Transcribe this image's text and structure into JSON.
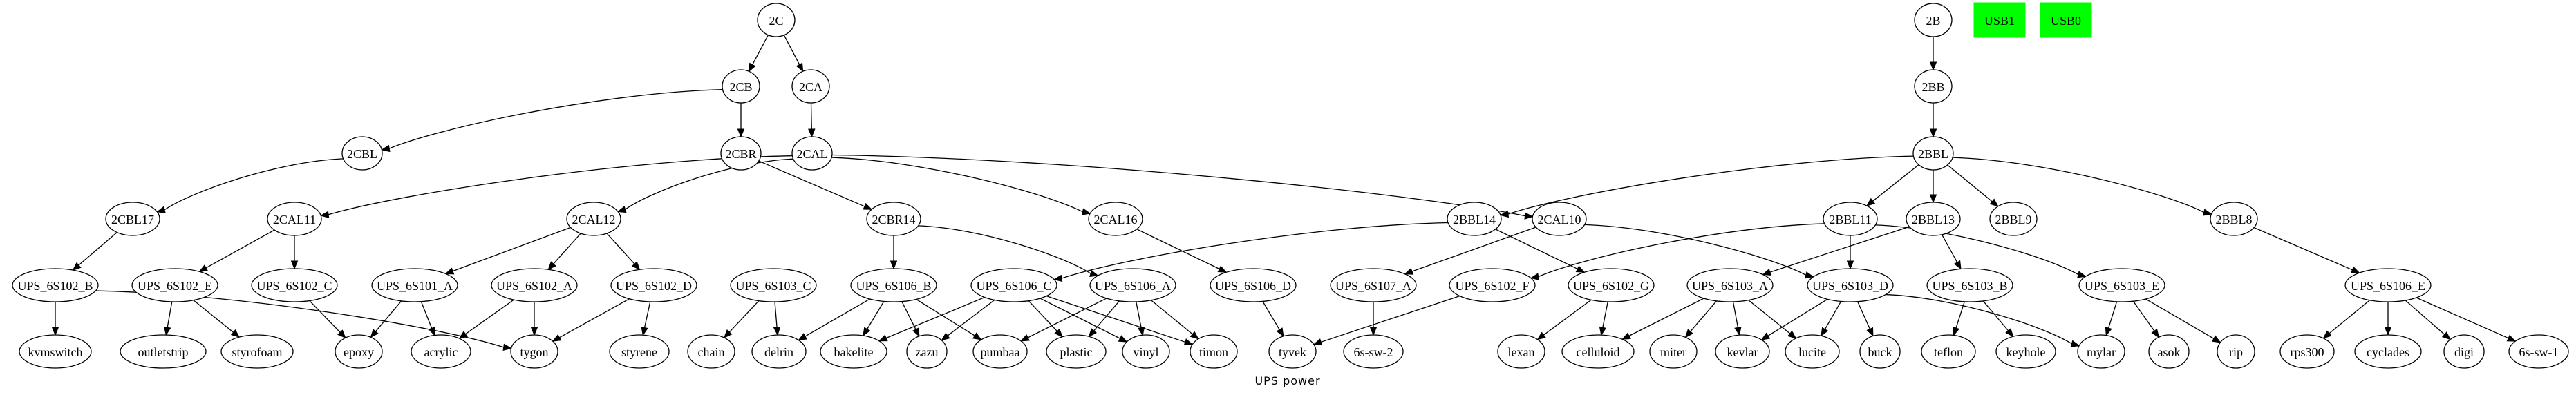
{
  "graph": {
    "title": "UPS power",
    "box_fill_color": "#00ff00",
    "nodes": [
      {
        "id": "2C",
        "label": "2C",
        "shape": "ellipse"
      },
      {
        "id": "2CB",
        "label": "2CB",
        "shape": "ellipse"
      },
      {
        "id": "2CA",
        "label": "2CA",
        "shape": "ellipse"
      },
      {
        "id": "2CBL",
        "label": "2CBL",
        "shape": "ellipse"
      },
      {
        "id": "2CBR",
        "label": "2CBR",
        "shape": "ellipse"
      },
      {
        "id": "2CAL",
        "label": "2CAL",
        "shape": "ellipse"
      },
      {
        "id": "2CBL17",
        "label": "2CBL17",
        "shape": "ellipse"
      },
      {
        "id": "2CAL11",
        "label": "2CAL11",
        "shape": "ellipse"
      },
      {
        "id": "2CAL12",
        "label": "2CAL12",
        "shape": "ellipse"
      },
      {
        "id": "2CBR14",
        "label": "2CBR14",
        "shape": "ellipse"
      },
      {
        "id": "2CAL16",
        "label": "2CAL16",
        "shape": "ellipse"
      },
      {
        "id": "2BBL14",
        "label": "2BBL14",
        "shape": "ellipse"
      },
      {
        "id": "2CAL10",
        "label": "2CAL10",
        "shape": "ellipse"
      },
      {
        "id": "2B",
        "label": "2B",
        "shape": "ellipse"
      },
      {
        "id": "USB1",
        "label": "USB1",
        "shape": "box"
      },
      {
        "id": "USB0",
        "label": "USB0",
        "shape": "box"
      },
      {
        "id": "2BB",
        "label": "2BB",
        "shape": "ellipse"
      },
      {
        "id": "2BBL",
        "label": "2BBL",
        "shape": "ellipse"
      },
      {
        "id": "2BBL11",
        "label": "2BBL11",
        "shape": "ellipse"
      },
      {
        "id": "2BBL13",
        "label": "2BBL13",
        "shape": "ellipse"
      },
      {
        "id": "2BBL9",
        "label": "2BBL9",
        "shape": "ellipse"
      },
      {
        "id": "2BBL8",
        "label": "2BBL8",
        "shape": "ellipse"
      },
      {
        "id": "UPS_6S102_B",
        "label": "UPS_6S102_B",
        "shape": "ellipse"
      },
      {
        "id": "UPS_6S102_E",
        "label": "UPS_6S102_E",
        "shape": "ellipse"
      },
      {
        "id": "UPS_6S102_C",
        "label": "UPS_6S102_C",
        "shape": "ellipse"
      },
      {
        "id": "UPS_6S101_A",
        "label": "UPS_6S101_A",
        "shape": "ellipse"
      },
      {
        "id": "UPS_6S102_A",
        "label": "UPS_6S102_A",
        "shape": "ellipse"
      },
      {
        "id": "UPS_6S102_D",
        "label": "UPS_6S102_D",
        "shape": "ellipse"
      },
      {
        "id": "UPS_6S103_C",
        "label": "UPS_6S103_C",
        "shape": "ellipse"
      },
      {
        "id": "UPS_6S106_B",
        "label": "UPS_6S106_B",
        "shape": "ellipse"
      },
      {
        "id": "UPS_6S106_C",
        "label": "UPS_6S106_C",
        "shape": "ellipse"
      },
      {
        "id": "UPS_6S106_A",
        "label": "UPS_6S106_A",
        "shape": "ellipse"
      },
      {
        "id": "UPS_6S106_D",
        "label": "UPS_6S106_D",
        "shape": "ellipse"
      },
      {
        "id": "UPS_6S107_A",
        "label": "UPS_6S107_A",
        "shape": "ellipse"
      },
      {
        "id": "UPS_6S102_F",
        "label": "UPS_6S102_F",
        "shape": "ellipse"
      },
      {
        "id": "UPS_6S102_G",
        "label": "UPS_6S102_G",
        "shape": "ellipse"
      },
      {
        "id": "UPS_6S103_A",
        "label": "UPS_6S103_A",
        "shape": "ellipse"
      },
      {
        "id": "UPS_6S103_D",
        "label": "UPS_6S103_D",
        "shape": "ellipse"
      },
      {
        "id": "UPS_6S103_B",
        "label": "UPS_6S103_B",
        "shape": "ellipse"
      },
      {
        "id": "UPS_6S103_E",
        "label": "UPS_6S103_E",
        "shape": "ellipse"
      },
      {
        "id": "UPS_6S106_E",
        "label": "UPS_6S106_E",
        "shape": "ellipse"
      },
      {
        "id": "kvmswitch",
        "label": "kvmswitch",
        "shape": "ellipse"
      },
      {
        "id": "outletstrip",
        "label": "outletstrip",
        "shape": "ellipse"
      },
      {
        "id": "styrofoam",
        "label": "styrofoam",
        "shape": "ellipse"
      },
      {
        "id": "epoxy",
        "label": "epoxy",
        "shape": "ellipse"
      },
      {
        "id": "acrylic",
        "label": "acrylic",
        "shape": "ellipse"
      },
      {
        "id": "tygon",
        "label": "tygon",
        "shape": "ellipse"
      },
      {
        "id": "styrene",
        "label": "styrene",
        "shape": "ellipse"
      },
      {
        "id": "chain",
        "label": "chain",
        "shape": "ellipse"
      },
      {
        "id": "delrin",
        "label": "delrin",
        "shape": "ellipse"
      },
      {
        "id": "bakelite",
        "label": "bakelite",
        "shape": "ellipse"
      },
      {
        "id": "zazu",
        "label": "zazu",
        "shape": "ellipse"
      },
      {
        "id": "pumbaa",
        "label": "pumbaa",
        "shape": "ellipse"
      },
      {
        "id": "plastic",
        "label": "plastic",
        "shape": "ellipse"
      },
      {
        "id": "vinyl",
        "label": "vinyl",
        "shape": "ellipse"
      },
      {
        "id": "timon",
        "label": "timon",
        "shape": "ellipse"
      },
      {
        "id": "tyvek",
        "label": "tyvek",
        "shape": "ellipse"
      },
      {
        "id": "6s-sw-2",
        "label": "6s-sw-2",
        "shape": "ellipse"
      },
      {
        "id": "lexan",
        "label": "lexan",
        "shape": "ellipse"
      },
      {
        "id": "celluloid",
        "label": "celluloid",
        "shape": "ellipse"
      },
      {
        "id": "miter",
        "label": "miter",
        "shape": "ellipse"
      },
      {
        "id": "kevlar",
        "label": "kevlar",
        "shape": "ellipse"
      },
      {
        "id": "lucite",
        "label": "lucite",
        "shape": "ellipse"
      },
      {
        "id": "buck",
        "label": "buck",
        "shape": "ellipse"
      },
      {
        "id": "teflon",
        "label": "teflon",
        "shape": "ellipse"
      },
      {
        "id": "keyhole",
        "label": "keyhole",
        "shape": "ellipse"
      },
      {
        "id": "mylar",
        "label": "mylar",
        "shape": "ellipse"
      },
      {
        "id": "asok",
        "label": "asok",
        "shape": "ellipse"
      },
      {
        "id": "rip",
        "label": "rip",
        "shape": "ellipse"
      },
      {
        "id": "rps300",
        "label": "rps300",
        "shape": "ellipse"
      },
      {
        "id": "cyclades",
        "label": "cyclades",
        "shape": "ellipse"
      },
      {
        "id": "digi",
        "label": "digi",
        "shape": "ellipse"
      },
      {
        "id": "6s-sw-1",
        "label": "6s-sw-1",
        "shape": "ellipse"
      }
    ],
    "edges": [
      [
        "2C",
        "2CB"
      ],
      [
        "2C",
        "2CA"
      ],
      [
        "2CB",
        "2CBL"
      ],
      [
        "2CB",
        "2CBR"
      ],
      [
        "2CA",
        "2CAL"
      ],
      [
        "2CBL",
        "2CBL17"
      ],
      [
        "2CBR",
        "2CBR14"
      ],
      [
        "2CAL",
        "2CAL11"
      ],
      [
        "2CAL",
        "2CAL12"
      ],
      [
        "2CAL",
        "2CAL16"
      ],
      [
        "2CAL",
        "2CAL10"
      ],
      [
        "2CBL17",
        "UPS_6S102_B"
      ],
      [
        "2CAL11",
        "UPS_6S102_E"
      ],
      [
        "2CAL11",
        "UPS_6S102_C"
      ],
      [
        "2CAL12",
        "UPS_6S101_A"
      ],
      [
        "2CAL12",
        "UPS_6S102_A"
      ],
      [
        "2CAL12",
        "UPS_6S102_D"
      ],
      [
        "2CBR14",
        "UPS_6S106_B"
      ],
      [
        "2CBR14",
        "UPS_6S106_A"
      ],
      [
        "2CAL16",
        "UPS_6S106_D"
      ],
      [
        "2BBL14",
        "UPS_6S106_C"
      ],
      [
        "2BBL14",
        "UPS_6S102_G"
      ],
      [
        "2CAL10",
        "UPS_6S107_A"
      ],
      [
        "2CAL10",
        "UPS_6S103_D"
      ],
      [
        "2B",
        "2BB"
      ],
      [
        "2BB",
        "2BBL"
      ],
      [
        "2BBL",
        "2BBL14"
      ],
      [
        "2BBL",
        "2BBL11"
      ],
      [
        "2BBL",
        "2BBL13"
      ],
      [
        "2BBL",
        "2BBL9"
      ],
      [
        "2BBL",
        "2BBL8"
      ],
      [
        "2BBL11",
        "UPS_6S102_F"
      ],
      [
        "2BBL11",
        "UPS_6S103_D"
      ],
      [
        "2BBL11",
        "UPS_6S103_E"
      ],
      [
        "2BBL13",
        "UPS_6S103_A"
      ],
      [
        "2BBL13",
        "UPS_6S103_B"
      ],
      [
        "2BBL8",
        "UPS_6S106_E"
      ],
      [
        "UPS_6S102_B",
        "kvmswitch"
      ],
      [
        "UPS_6S102_B",
        "tygon"
      ],
      [
        "UPS_6S102_E",
        "outletstrip"
      ],
      [
        "UPS_6S102_E",
        "styrofoam"
      ],
      [
        "UPS_6S102_C",
        "epoxy"
      ],
      [
        "UPS_6S101_A",
        "epoxy"
      ],
      [
        "UPS_6S101_A",
        "acrylic"
      ],
      [
        "UPS_6S102_A",
        "acrylic"
      ],
      [
        "UPS_6S102_A",
        "tygon"
      ],
      [
        "UPS_6S102_D",
        "tygon"
      ],
      [
        "UPS_6S102_D",
        "styrene"
      ],
      [
        "UPS_6S103_C",
        "chain"
      ],
      [
        "UPS_6S103_C",
        "delrin"
      ],
      [
        "UPS_6S106_B",
        "delrin"
      ],
      [
        "UPS_6S106_B",
        "bakelite"
      ],
      [
        "UPS_6S106_B",
        "zazu"
      ],
      [
        "UPS_6S106_B",
        "pumbaa"
      ],
      [
        "UPS_6S106_C",
        "bakelite"
      ],
      [
        "UPS_6S106_C",
        "zazu"
      ],
      [
        "UPS_6S106_C",
        "plastic"
      ],
      [
        "UPS_6S106_C",
        "vinyl"
      ],
      [
        "UPS_6S106_C",
        "timon"
      ],
      [
        "UPS_6S106_A",
        "pumbaa"
      ],
      [
        "UPS_6S106_A",
        "plastic"
      ],
      [
        "UPS_6S106_A",
        "vinyl"
      ],
      [
        "UPS_6S106_A",
        "timon"
      ],
      [
        "UPS_6S106_D",
        "tyvek"
      ],
      [
        "UPS_6S107_A",
        "6s-sw-2"
      ],
      [
        "UPS_6S102_F",
        "tyvek"
      ],
      [
        "UPS_6S102_G",
        "lexan"
      ],
      [
        "UPS_6S102_G",
        "celluloid"
      ],
      [
        "UPS_6S103_A",
        "celluloid"
      ],
      [
        "UPS_6S103_A",
        "miter"
      ],
      [
        "UPS_6S103_A",
        "kevlar"
      ],
      [
        "UPS_6S103_A",
        "lucite"
      ],
      [
        "UPS_6S103_D",
        "kevlar"
      ],
      [
        "UPS_6S103_D",
        "lucite"
      ],
      [
        "UPS_6S103_D",
        "buck"
      ],
      [
        "UPS_6S103_D",
        "mylar"
      ],
      [
        "UPS_6S103_B",
        "teflon"
      ],
      [
        "UPS_6S103_B",
        "keyhole"
      ],
      [
        "UPS_6S103_E",
        "mylar"
      ],
      [
        "UPS_6S103_E",
        "asok"
      ],
      [
        "UPS_6S103_E",
        "rip"
      ],
      [
        "UPS_6S106_E",
        "rps300"
      ],
      [
        "UPS_6S106_E",
        "cyclades"
      ],
      [
        "UPS_6S106_E",
        "digi"
      ],
      [
        "UPS_6S106_E",
        "6s-sw-1"
      ]
    ]
  }
}
